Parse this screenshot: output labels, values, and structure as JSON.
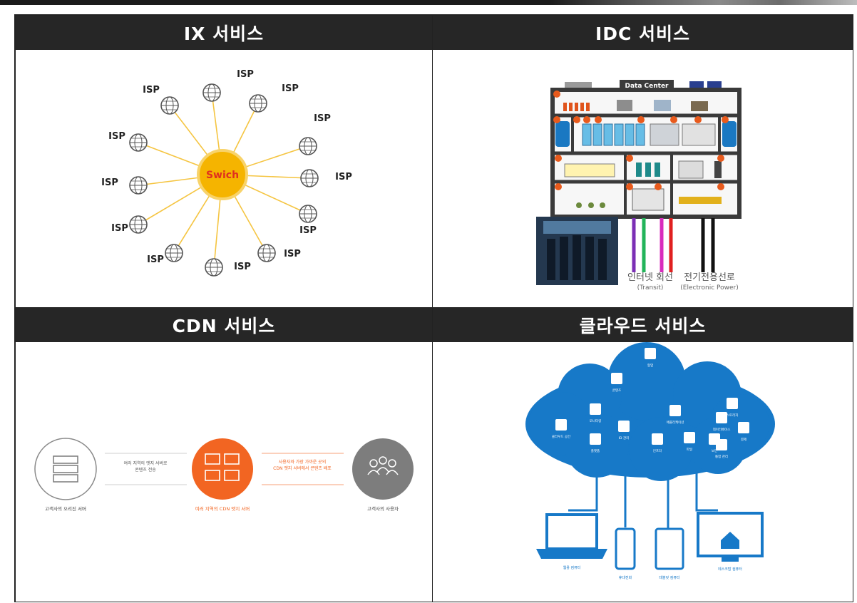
{
  "panels": [
    {
      "title": "IX 서비스"
    },
    {
      "title": "IDC 서비스"
    },
    {
      "title": "CDN 서비스"
    },
    {
      "title": "클라우드 서비스"
    }
  ],
  "ix": {
    "hub_label": "Swich",
    "node_label": "ISP"
  },
  "idc": {
    "banner": "Data Center",
    "line1_ko": "인터넷 회선",
    "line1_en": "(Transit)",
    "line2_ko": "전기전용선로",
    "line2_en": "(Electronic Power)"
  },
  "cdn": {
    "origin_label": "고객사의 오리진 서버",
    "edge_label": "여러 지역의 CDN 엣지 서버",
    "user_label": "고객사의 사용자",
    "arrow1_line1": "여러 지역의 엣지 서버로",
    "arrow1_line2": "콘텐츠 전송",
    "arrow2_line1": "사용자와 가장 가까운 곳의",
    "arrow2_line2": "CDN 엣지 서버에서 콘텐츠 배포"
  },
  "cloud": {
    "services": [
      "협업",
      "콘텐츠",
      "모니터링",
      "애플리케이션",
      "데이터베이스",
      "결제",
      "클라우드 공간",
      "ID 관리",
      "플랫폼",
      "인프라",
      "보안",
      "파일",
      "스토리지",
      "통합 관리"
    ],
    "devices": [
      "웹용 컴퓨터",
      "휴대전화",
      "태블릿 컴퓨터",
      "데스크탑 컴퓨터"
    ]
  },
  "colors": {
    "header_bg": "#262626",
    "switch_orange": "#f5b400",
    "cdn_orange": "#f26522",
    "cloud_blue": "#1779c8"
  }
}
